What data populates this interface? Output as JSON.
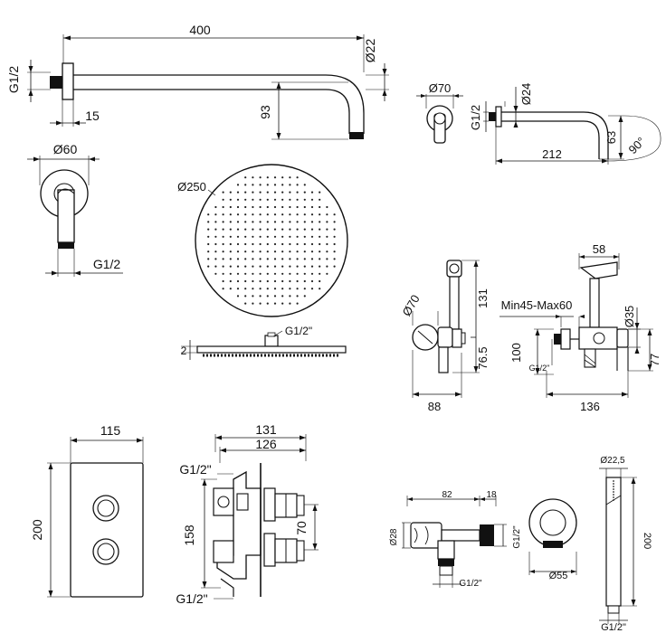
{
  "labels": {
    "arm_length": "400",
    "arm_thread": "G1/2",
    "arm_dia": "Ø22",
    "arm_wall_gap": "15",
    "arm_drop": "93",
    "flange_dia": "Ø60",
    "flange_thread": "G1/2",
    "head_dia": "Ø250",
    "head_thread": "G1/2\"",
    "head_thick": "2",
    "spout_flange": "Ø70",
    "spout_dia": "Ø24",
    "spout_thread": "G1/2",
    "spout_drop": "63",
    "spout_angle": "90°",
    "spout_len": "212",
    "div_flange": "Ø70",
    "div_height": "131",
    "div_lower": "76.5",
    "div_depth": "88",
    "bidet_top": "58",
    "bidet_range": "Min45-Max60",
    "bidet_dia": "Ø35",
    "bidet_100": "100",
    "bidet_thread": "G1/2\"",
    "bidet_77": "77",
    "bidet_136": "136",
    "plate_w": "115",
    "plate_h": "200",
    "valve_131": "131",
    "valve_126": "126",
    "valve_thread_top": "G1/2\"",
    "valve_158": "158",
    "valve_70": "70",
    "valve_thread_bot": "G1/2\"",
    "angle_82": "82",
    "angle_18": "18",
    "angle_dia": "Ø28",
    "angle_thread_side": "G1/2\"",
    "angle_thread_bot": "G1/2\"",
    "outlet_dia": "Ø55",
    "hand_dia": "Ø22,5",
    "hand_len": "200",
    "hand_thread": "G1/2\""
  }
}
